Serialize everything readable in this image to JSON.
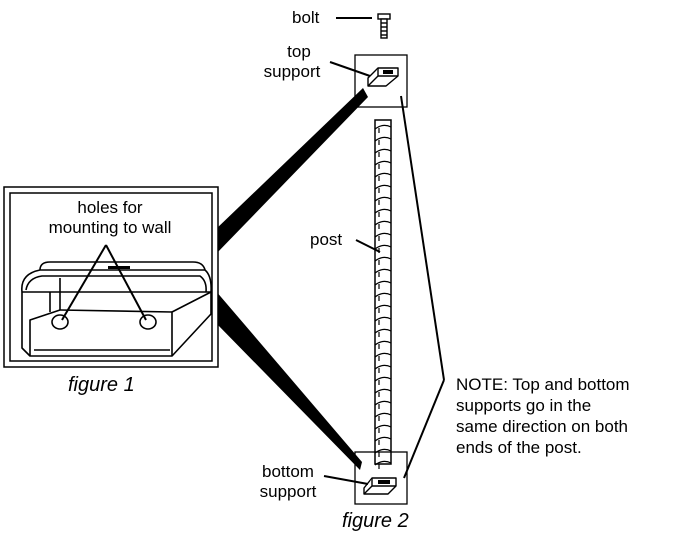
{
  "labels": {
    "bolt": "bolt",
    "top_support": [
      "top",
      "support"
    ],
    "holes": [
      "holes for",
      "mounting to wall"
    ],
    "post": "post",
    "figure1": "figure 1",
    "note": [
      "NOTE: Top and bottom",
      "supports go in the",
      "same direction on both",
      "ends of the post."
    ],
    "bottom_support": [
      "bottom",
      "support"
    ],
    "figure2": "figure 2"
  },
  "colors": {
    "ink": "#000000",
    "paper": "#ffffff"
  }
}
